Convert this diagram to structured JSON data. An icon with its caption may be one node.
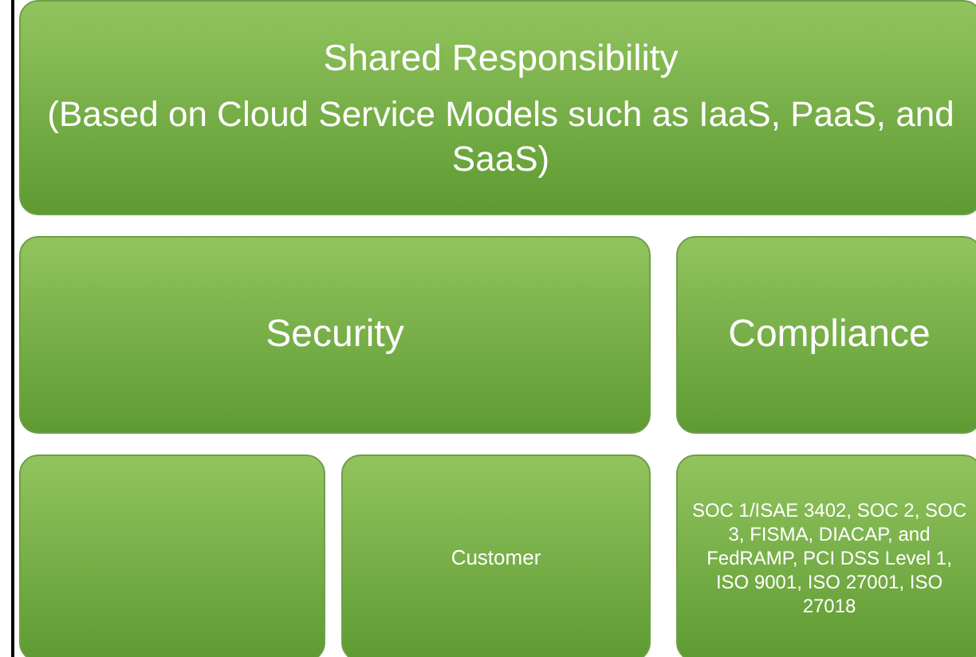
{
  "diagram": {
    "nodes": [
      {
        "text": [
          "Shared Responsibility",
          "(Based on Cloud Service Models such as IaaS, PaaS, and SaaS)"
        ]
      },
      {
        "text": [
          "Security"
        ]
      },
      {
        "text": [
          "Compliance"
        ]
      },
      {
        "text": [],
        "shape": "box"
      },
      {
        "text": [
          "Customer"
        ]
      },
      {
        "text": [
          "SOC 1/ISAE 3402, SOC 2, SOC 3, FISMA, DIACAP, and FedRAMP, PCI DSS Level 1, ISO 9001, ISO 27001, ISO 27018"
        ]
      }
    ]
  }
}
